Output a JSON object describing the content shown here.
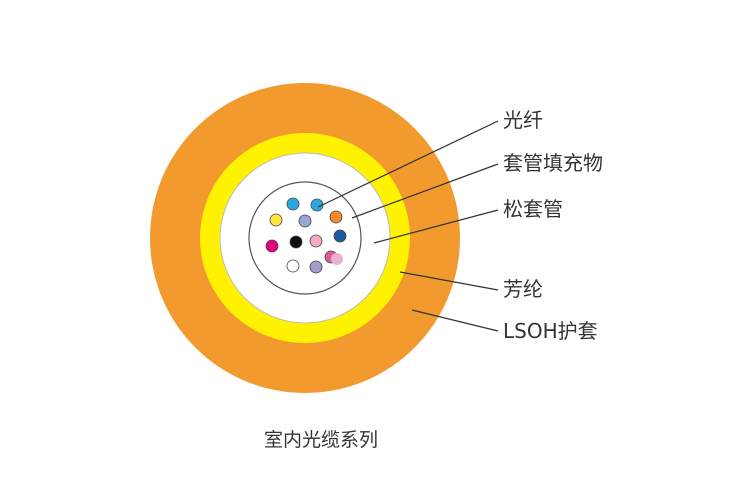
{
  "diagram": {
    "caption": "室内光缆系列",
    "labels": {
      "fiber": "光纤",
      "filler": "套管填充物",
      "loose_tube": "松套管",
      "aramid": "芳纶",
      "jacket": "LSOH护套"
    }
  },
  "colors": {
    "jacket": "#f39a2e",
    "aramid": "#fff200",
    "tube_fill": "#ffffff",
    "leader_line": "#333333",
    "fibers": [
      "#29a9e0",
      "#29a9e0",
      "#f28c28",
      "#ffe33f",
      "#9aa6d6",
      "#1d58a6",
      "#e6007e",
      "#111111",
      "#f4a9c8",
      "#d95f9a",
      "#ffffff",
      "#a59bcd",
      "#e9b0d0"
    ]
  }
}
